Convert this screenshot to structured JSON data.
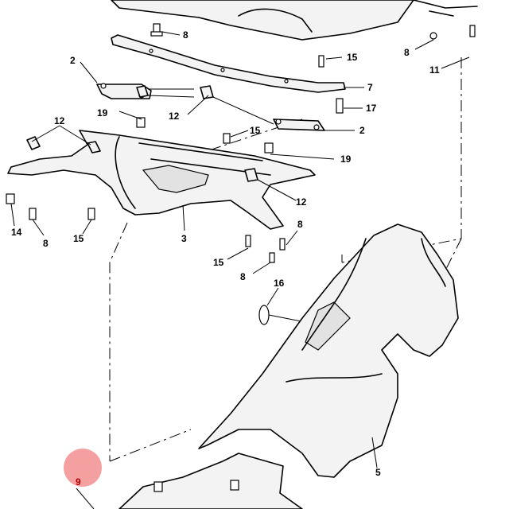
{
  "diagram": {
    "callouts": [
      {
        "id": "c8a",
        "text": "8"
      },
      {
        "id": "c8b",
        "text": "8"
      },
      {
        "id": "c11",
        "text": "11"
      },
      {
        "id": "c15a",
        "text": "15"
      },
      {
        "id": "c2a",
        "text": "2"
      },
      {
        "id": "c7",
        "text": "7"
      },
      {
        "id": "c19a",
        "text": "19"
      },
      {
        "id": "c12a",
        "text": "12"
      },
      {
        "id": "c17",
        "text": "17"
      },
      {
        "id": "c15b",
        "text": "15"
      },
      {
        "id": "c2b",
        "text": "2"
      },
      {
        "id": "c12b",
        "text": "12"
      },
      {
        "id": "c19b",
        "text": "19"
      },
      {
        "id": "c12c",
        "text": "12"
      },
      {
        "id": "c14",
        "text": "14"
      },
      {
        "id": "c8c",
        "text": "8"
      },
      {
        "id": "c15c",
        "text": "15"
      },
      {
        "id": "c3",
        "text": "3"
      },
      {
        "id": "c8d",
        "text": "8"
      },
      {
        "id": "c15d",
        "text": "15"
      },
      {
        "id": "c8e",
        "text": "8"
      },
      {
        "id": "c16",
        "text": "16"
      },
      {
        "id": "c5",
        "text": "5"
      },
      {
        "id": "c9",
        "text": "9"
      }
    ],
    "highlight": {
      "callout": "9",
      "color": "#f08080"
    }
  }
}
